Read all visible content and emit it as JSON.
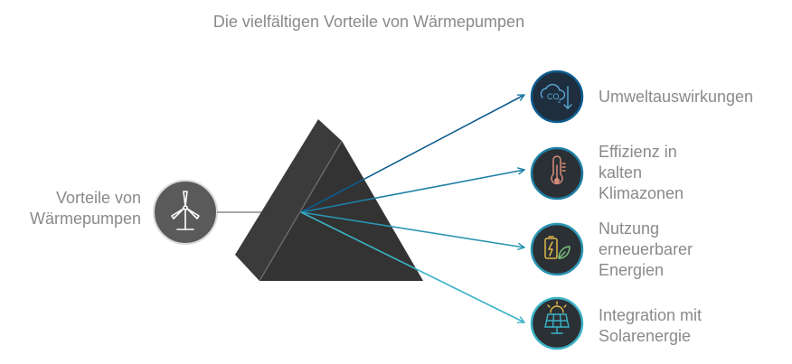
{
  "title": "Die vielfältigen Vorteile von Wärmepumpen",
  "source": {
    "label_lines": [
      "Vorteile von",
      "Wärmepumpen"
    ],
    "icon": "wind-turbine-icon"
  },
  "outputs": [
    {
      "lines": [
        "Umweltauswirkungen"
      ],
      "icon": "co2-down-icon",
      "color": "#0d5c8f"
    },
    {
      "lines": [
        "Effizienz in",
        "kalten",
        "Klimazonen"
      ],
      "icon": "thermometer-icon",
      "color": "#1e7fa5"
    },
    {
      "lines": [
        "Nutzung",
        "erneuerbarer",
        "Energien"
      ],
      "icon": "battery-leaf-icon",
      "color": "#2b95b3"
    },
    {
      "lines": [
        "Integration mit",
        "Solarenergie"
      ],
      "icon": "solar-panel-icon",
      "color": "#3bb4c6"
    }
  ],
  "colors": {
    "prism": "#3b3b3b",
    "source_circle": "#5a5a5a",
    "text": "#8a8a8a"
  }
}
